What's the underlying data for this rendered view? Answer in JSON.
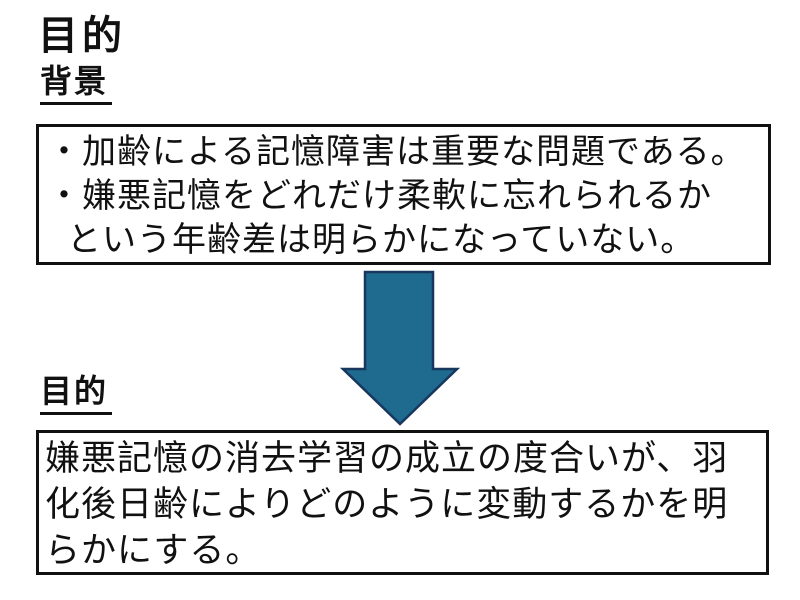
{
  "slide": {
    "title": "目的",
    "background_heading": "背景",
    "purpose_heading": "目的",
    "background_box": {
      "lines": [
        {
          "text": "・加齢による記憶障害は重要な問題である。"
        },
        {
          "text": "・嫌悪記憶をどれだけ柔軟に忘れられるか"
        },
        {
          "text": "という年齢差は明らかになっていない。",
          "indent": true
        }
      ]
    },
    "purpose_box": {
      "lines": [
        {
          "text": "嫌悪記憶の消去学習の成立の度合いが、羽"
        },
        {
          "text": "化後日齢によりどのように変動するかを明"
        },
        {
          "text": "らかにする。"
        }
      ]
    },
    "arrow": {
      "direction": "down",
      "fill": "#1f6a8f",
      "stroke": "#17375e"
    },
    "colors": {
      "text": "#111111",
      "box_border": "#111111",
      "background": "#ffffff"
    }
  }
}
